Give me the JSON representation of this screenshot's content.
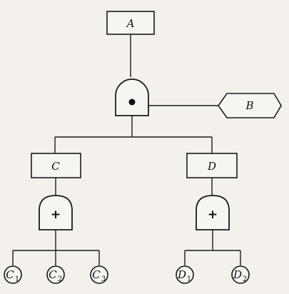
{
  "nodes": {
    "A": "A",
    "B": "B",
    "C": "C",
    "D": "D"
  },
  "gates": {
    "top_and_symbol": "•",
    "or_c_symbol": "+",
    "or_d_symbol": "+"
  },
  "leaves": [
    {
      "letter": "C",
      "sub": "1"
    },
    {
      "letter": "C",
      "sub": "2"
    },
    {
      "letter": "C",
      "sub": "3"
    },
    {
      "letter": "D",
      "sub": "1"
    },
    {
      "letter": "D",
      "sub": "2"
    }
  ]
}
